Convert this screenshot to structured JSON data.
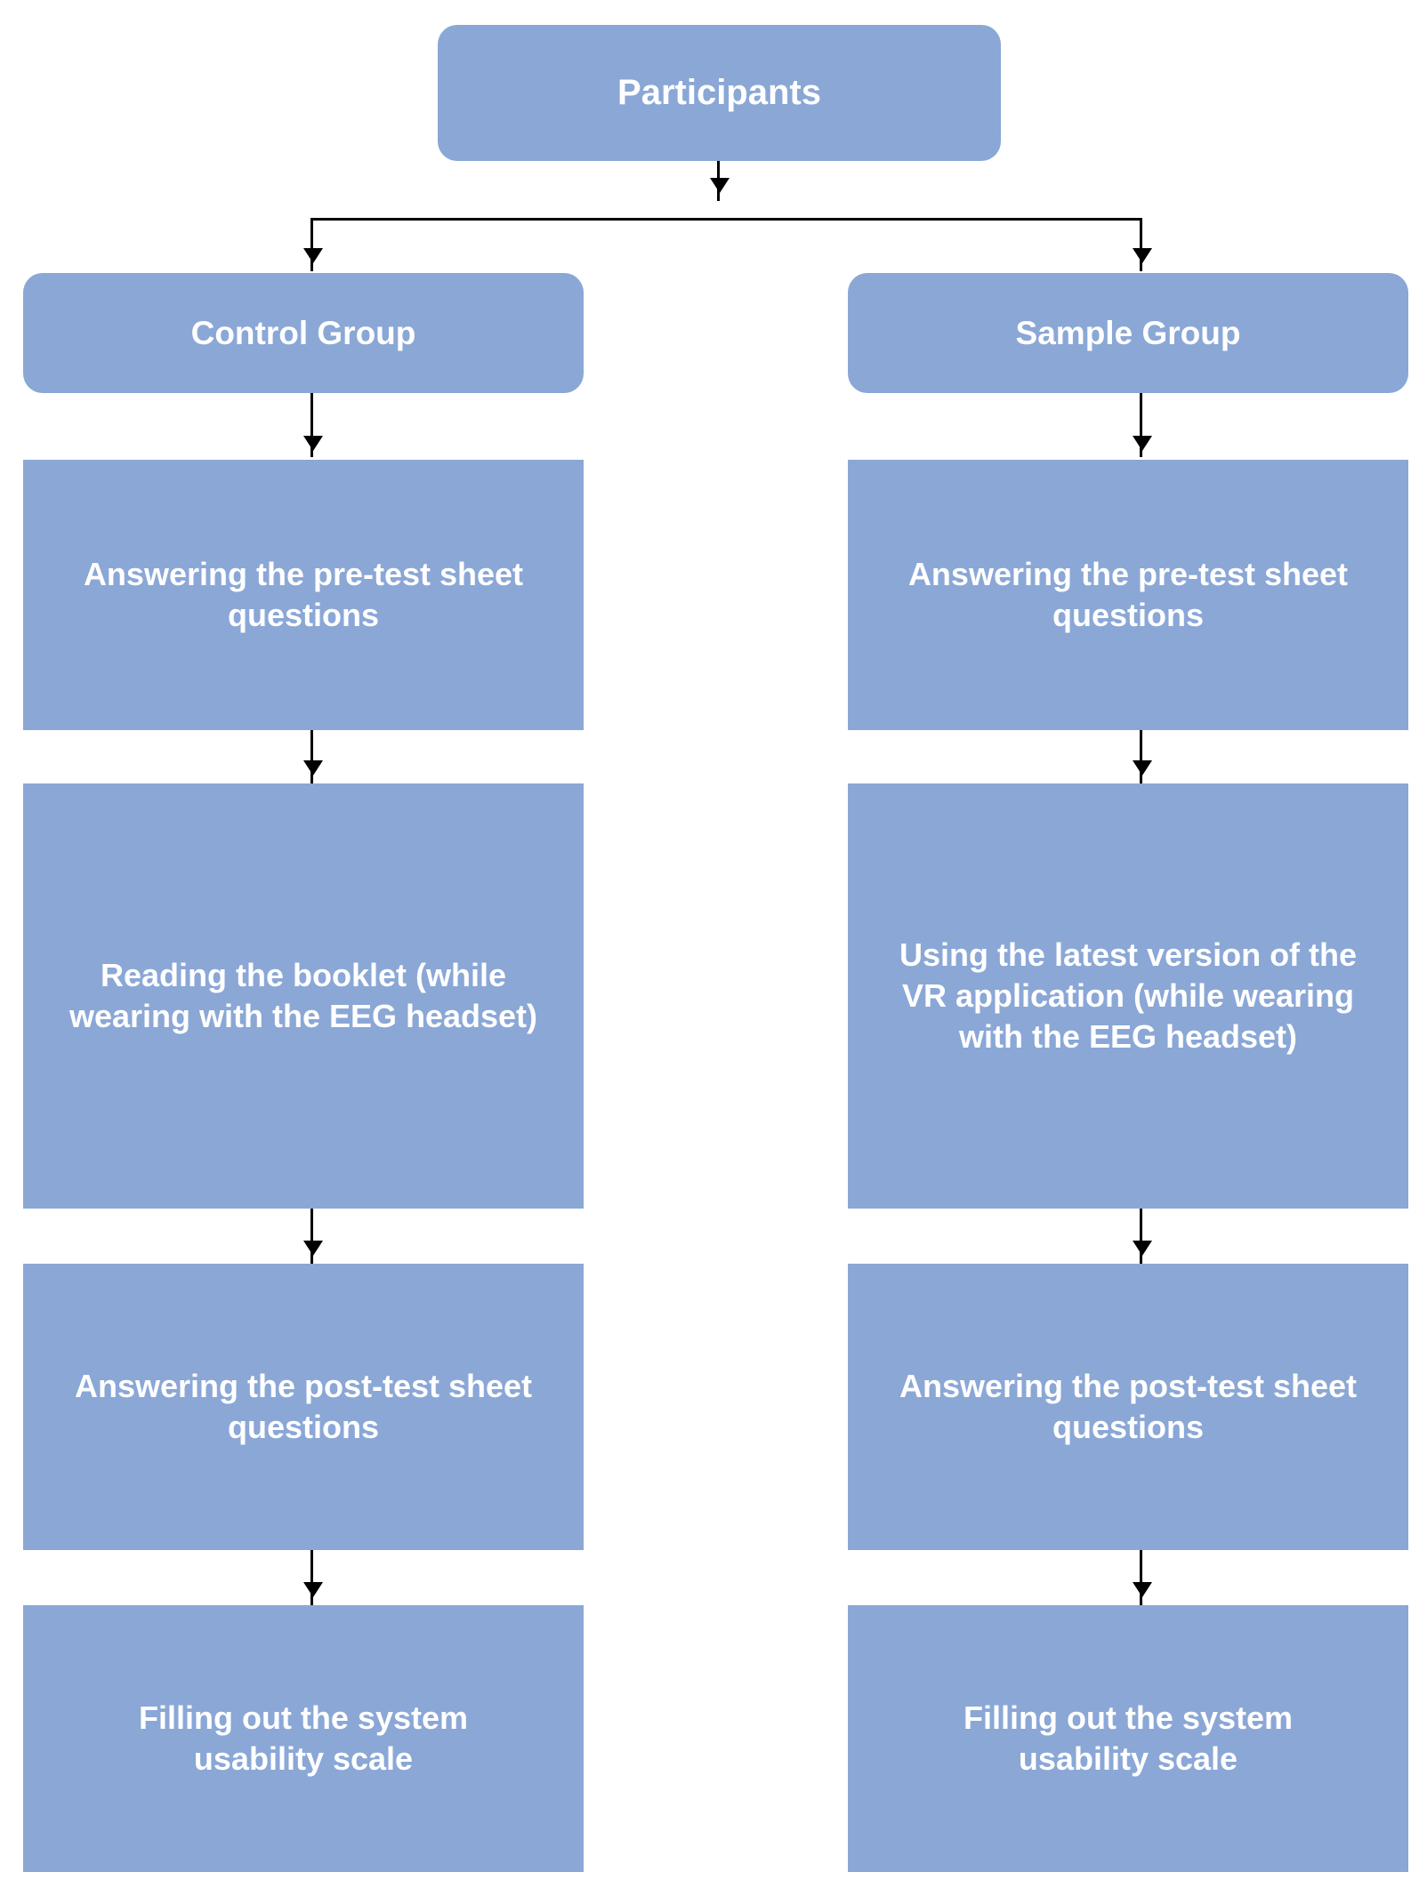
{
  "diagram": {
    "type": "flowchart",
    "title_node": "Participants",
    "branches": [
      {
        "header": "Control Group",
        "steps": [
          "Answering the pre-test sheet questions",
          "Reading the booklet (while wearing with the EEG headset)",
          "Answering the post-test sheet questions",
          "Filling out the system usability scale"
        ]
      },
      {
        "header": "Sample Group",
        "steps": [
          "Answering the pre-test sheet questions",
          "Using the latest version of the VR application (while wearing with the EEG headset)",
          "Answering the post-test sheet questions",
          "Filling out the system usability scale"
        ]
      }
    ],
    "colors": {
      "node_fill": "#8aa7d6",
      "node_text": "#ffffff",
      "connector": "#000000",
      "background": "#ffffff"
    }
  }
}
